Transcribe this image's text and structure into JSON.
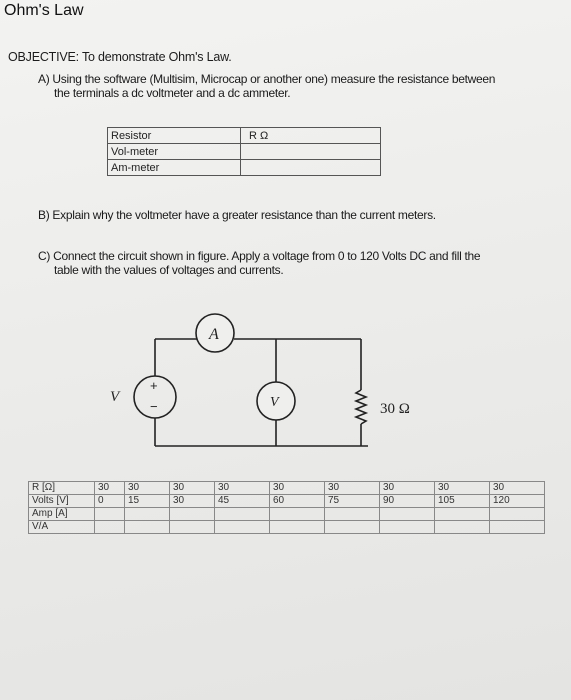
{
  "title": "Ohm's Law",
  "objective": "OBJECTIVE: To demonstrate Ohm's Law.",
  "partA": {
    "line1": "A)  Using the software (Multisim, Microcap or another one) measure the resistance between",
    "line2": "the terminals a dc voltmeter and a dc ammeter."
  },
  "resistance_table": {
    "header": [
      "Resistor",
      "R Ω"
    ],
    "rows": [
      "Vol-meter",
      "Am-meter"
    ]
  },
  "partB": {
    "line1": "B)  Explain why the voltmeter have a greater resistance than the current meters."
  },
  "partC": {
    "line1": "C)  Connect the circuit shown in figure. Apply a voltage from 0 to 120 Volts DC and fill the",
    "line2": "table with the values of voltages and currents."
  },
  "circuit": {
    "source_label": "V",
    "source_plus": "+",
    "source_minus": "−",
    "ammeter_label": "A",
    "voltmeter_label": "V",
    "resistor_label": "30 Ω"
  },
  "data_table": {
    "row_labels": [
      "R [Ω]",
      "Volts [V]",
      "Amp [A]",
      "V/A"
    ],
    "resistance": [
      "30",
      "30",
      "30",
      "30",
      "30",
      "30",
      "30",
      "30",
      "30"
    ],
    "volts": [
      "0",
      "15",
      "30",
      "45",
      "60",
      "75",
      "90",
      "105",
      "120"
    ]
  },
  "colors": {
    "ink": "#1c1c1c",
    "paper": "#efefed"
  }
}
